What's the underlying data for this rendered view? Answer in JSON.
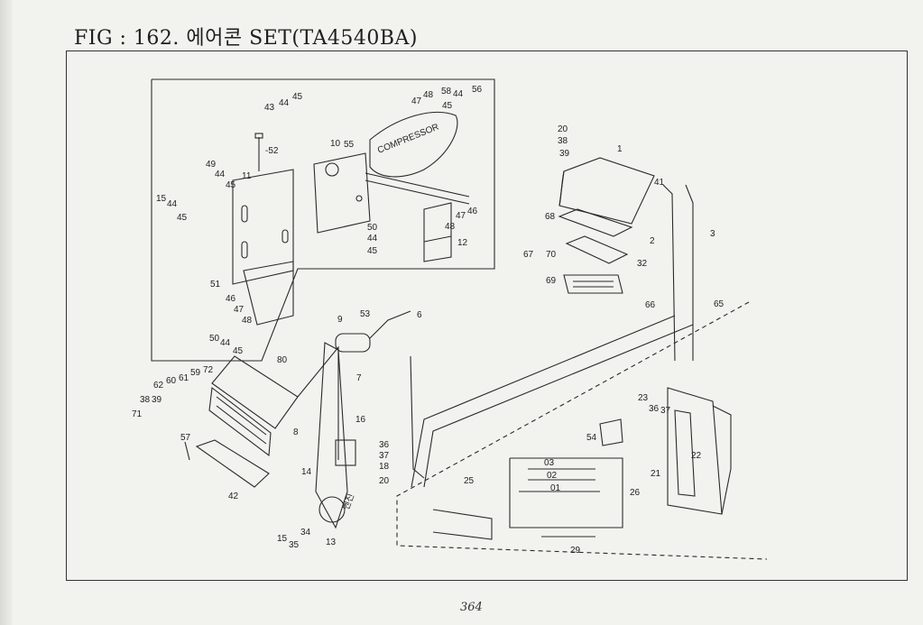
{
  "figure": {
    "title": "FIG : 162. 에어콘 SET(TA4540BA)",
    "page_number": "364"
  },
  "callouts": [
    {
      "id": "c1",
      "text": "1"
    },
    {
      "id": "c2",
      "text": "2"
    },
    {
      "id": "c3",
      "text": "3"
    },
    {
      "id": "c6",
      "text": "6"
    },
    {
      "id": "c7",
      "text": "7"
    },
    {
      "id": "c8",
      "text": "8"
    },
    {
      "id": "c9",
      "text": "9"
    },
    {
      "id": "c10",
      "text": "10"
    },
    {
      "id": "c11",
      "text": "11"
    },
    {
      "id": "c12",
      "text": "12"
    },
    {
      "id": "c13",
      "text": "13"
    },
    {
      "id": "c14",
      "text": "14"
    },
    {
      "id": "c15a",
      "text": "15"
    },
    {
      "id": "c15b",
      "text": "15"
    },
    {
      "id": "c16",
      "text": "16"
    },
    {
      "id": "c18",
      "text": "18"
    },
    {
      "id": "c20a",
      "text": "20"
    },
    {
      "id": "c20b",
      "text": "20"
    },
    {
      "id": "c21",
      "text": "21"
    },
    {
      "id": "c22",
      "text": "22"
    },
    {
      "id": "c23",
      "text": "23"
    },
    {
      "id": "c25",
      "text": "25"
    },
    {
      "id": "c26",
      "text": "26"
    },
    {
      "id": "c29",
      "text": "29"
    },
    {
      "id": "c32",
      "text": "32"
    },
    {
      "id": "c34",
      "text": "34"
    },
    {
      "id": "c35",
      "text": "35"
    },
    {
      "id": "c36a",
      "text": "36"
    },
    {
      "id": "c36b",
      "text": "36"
    },
    {
      "id": "c37a",
      "text": "37"
    },
    {
      "id": "c37b",
      "text": "37"
    },
    {
      "id": "c38a",
      "text": "38"
    },
    {
      "id": "c38b",
      "text": "38"
    },
    {
      "id": "c39a",
      "text": "39"
    },
    {
      "id": "c39b",
      "text": "39"
    },
    {
      "id": "c41",
      "text": "41"
    },
    {
      "id": "c42",
      "text": "42"
    },
    {
      "id": "c43",
      "text": "43"
    },
    {
      "id": "c44a",
      "text": "44"
    },
    {
      "id": "c44b",
      "text": "44"
    },
    {
      "id": "c44c",
      "text": "44"
    },
    {
      "id": "c44d",
      "text": "44"
    },
    {
      "id": "c44e",
      "text": "44"
    },
    {
      "id": "c44f",
      "text": "44"
    },
    {
      "id": "c45a",
      "text": "45"
    },
    {
      "id": "c45b",
      "text": "45"
    },
    {
      "id": "c45c",
      "text": "45"
    },
    {
      "id": "c45d",
      "text": "45"
    },
    {
      "id": "c45e",
      "text": "45"
    },
    {
      "id": "c45f",
      "text": "45"
    },
    {
      "id": "c46a",
      "text": "46"
    },
    {
      "id": "c46b",
      "text": "46"
    },
    {
      "id": "c47a",
      "text": "47"
    },
    {
      "id": "c47b",
      "text": "47"
    },
    {
      "id": "c47c",
      "text": "47"
    },
    {
      "id": "c48a",
      "text": "48"
    },
    {
      "id": "c48b",
      "text": "48"
    },
    {
      "id": "c48c",
      "text": "48"
    },
    {
      "id": "c49",
      "text": "49"
    },
    {
      "id": "c50a",
      "text": "50"
    },
    {
      "id": "c50b",
      "text": "50"
    },
    {
      "id": "c51",
      "text": "51"
    },
    {
      "id": "c52",
      "text": "-52"
    },
    {
      "id": "c53",
      "text": "53"
    },
    {
      "id": "c54",
      "text": "54"
    },
    {
      "id": "c55",
      "text": "55"
    },
    {
      "id": "c56",
      "text": "56"
    },
    {
      "id": "c57",
      "text": "57"
    },
    {
      "id": "c58",
      "text": "58"
    },
    {
      "id": "c59",
      "text": "59"
    },
    {
      "id": "c60",
      "text": "60"
    },
    {
      "id": "c61",
      "text": "61"
    },
    {
      "id": "c62",
      "text": "62"
    },
    {
      "id": "c65",
      "text": "65"
    },
    {
      "id": "c66",
      "text": "66"
    },
    {
      "id": "c67",
      "text": "67"
    },
    {
      "id": "c68",
      "text": "68"
    },
    {
      "id": "c69",
      "text": "69"
    },
    {
      "id": "c70",
      "text": "70"
    },
    {
      "id": "c71",
      "text": "71"
    },
    {
      "id": "c72",
      "text": "72"
    },
    {
      "id": "c80",
      "text": "80"
    },
    {
      "id": "c01",
      "text": "01"
    },
    {
      "id": "c02",
      "text": "02"
    },
    {
      "id": "c03",
      "text": "03"
    }
  ],
  "annotations": {
    "compressor_label": "COMPRESSOR",
    "engine_label": "엔진"
  },
  "colors": {
    "ink": "#222222",
    "paper": "#f2f2ef"
  }
}
